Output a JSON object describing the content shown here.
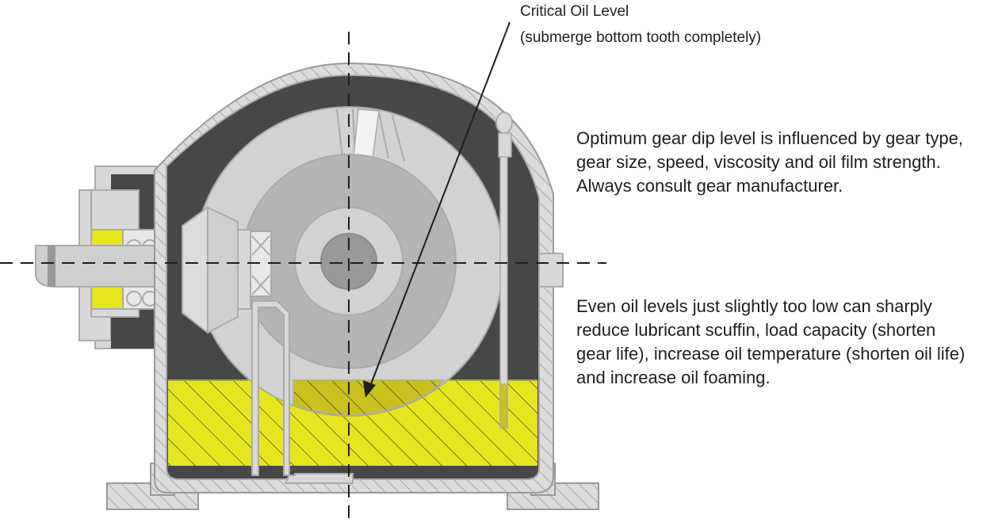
{
  "callout": {
    "title": "Critical Oil Level",
    "subtitle": "(submerge bottom tooth completely)"
  },
  "notes": {
    "dip_level": "Optimum gear dip level is influenced by gear type, gear size, speed, viscosity and oil film strength. Always consult gear manufacturer.",
    "low_level": "Even oil levels just slightly too low can sharply reduce lubricant scuffin, load capacity (shorten gear life), increase oil temperature (shorten oil life) and increase oil foaming."
  },
  "colors": {
    "oil": "#e6e61e",
    "housing": "#d8d8d8",
    "housing_edge": "#aaaaaa",
    "cavity": "#474747",
    "gear_outer": "#d2d2d2",
    "gear_mid": "#b4b4b4",
    "hub": "#999999",
    "ink": "#1e1e1e"
  }
}
